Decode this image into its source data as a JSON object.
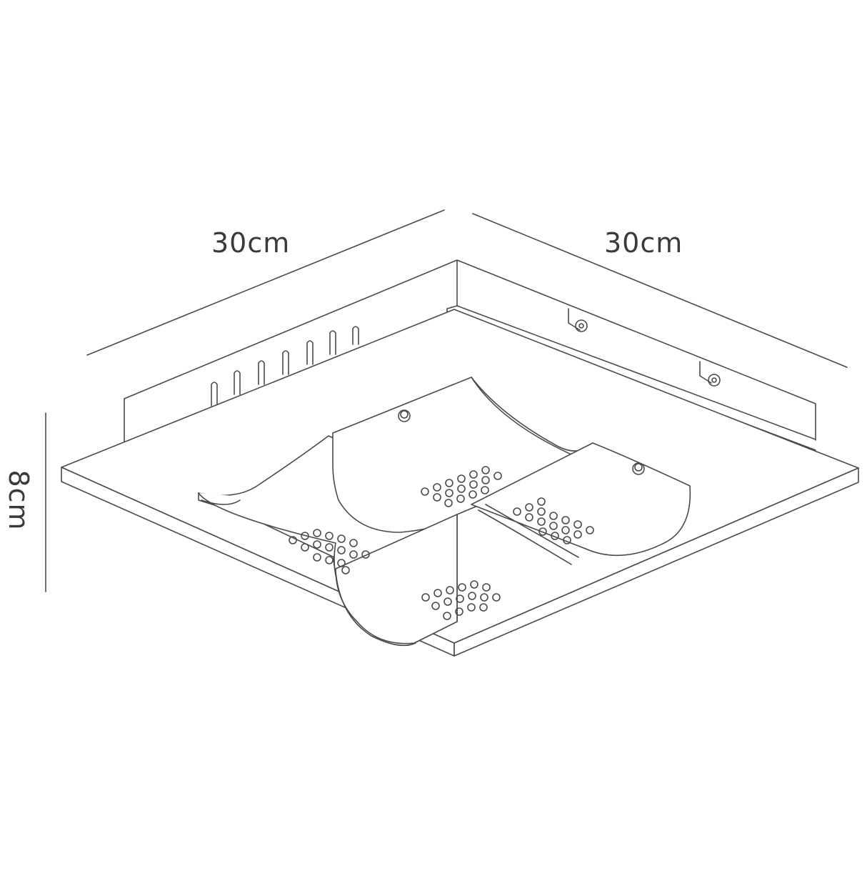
{
  "dimensions": {
    "width": "30cm",
    "depth": "30cm",
    "height": "8cm"
  },
  "colors": {
    "line": "#4a4a4a",
    "label": "#3a3a3a",
    "background": "#ffffff"
  }
}
